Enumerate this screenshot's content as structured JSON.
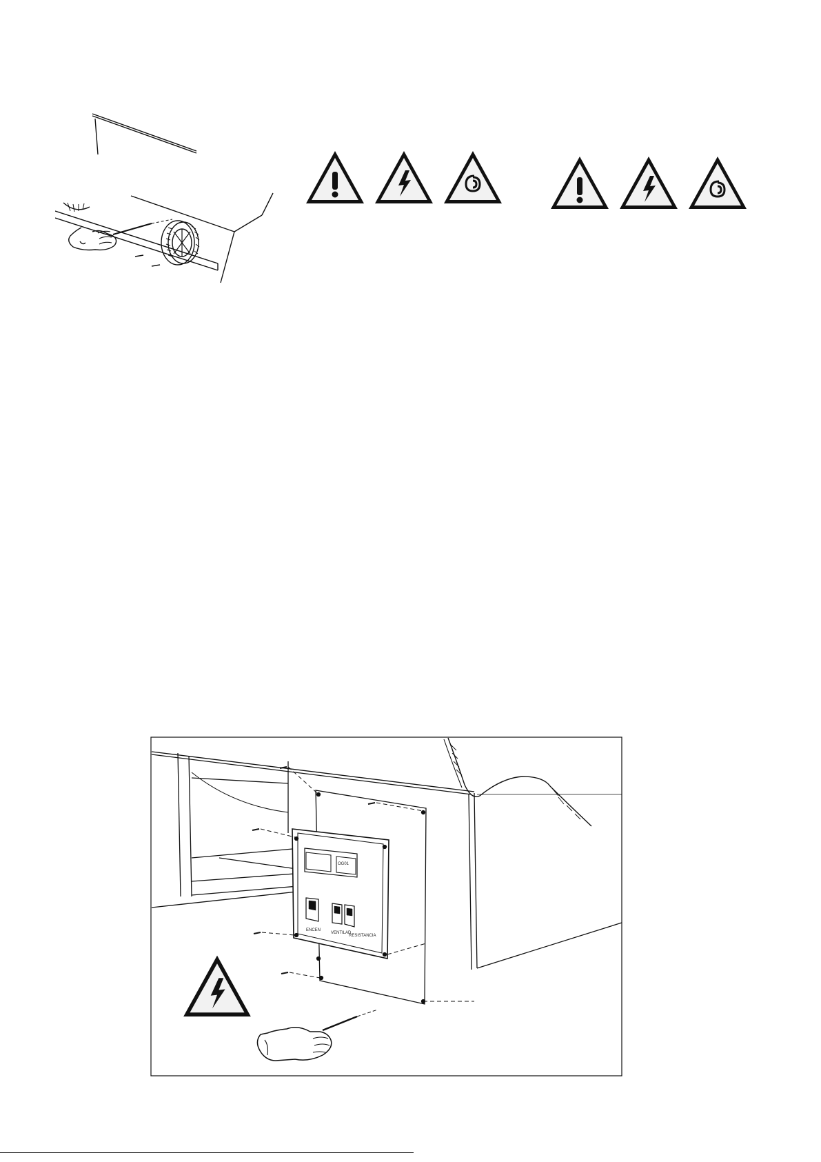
{
  "page": {
    "background": "#ffffff",
    "line_color": "#111111",
    "sign_fill": "#f2f2f2"
  },
  "warnings_top_left": [
    {
      "icon": "exclamation-warning-icon"
    },
    {
      "icon": "electric-hazard-icon"
    },
    {
      "icon": "rotating-fan-hazard-icon"
    }
  ],
  "warnings_top_right": [
    {
      "icon": "exclamation-warning-icon"
    },
    {
      "icon": "electric-hazard-icon"
    },
    {
      "icon": "rotating-fan-hazard-icon"
    }
  ],
  "bottom_figure": {
    "icon": "electric-hazard-icon",
    "panel": {
      "display_text": "OG01",
      "switch_labels": [
        "ENCEN",
        "VENTILAD",
        "RESISTANCIA"
      ]
    }
  }
}
